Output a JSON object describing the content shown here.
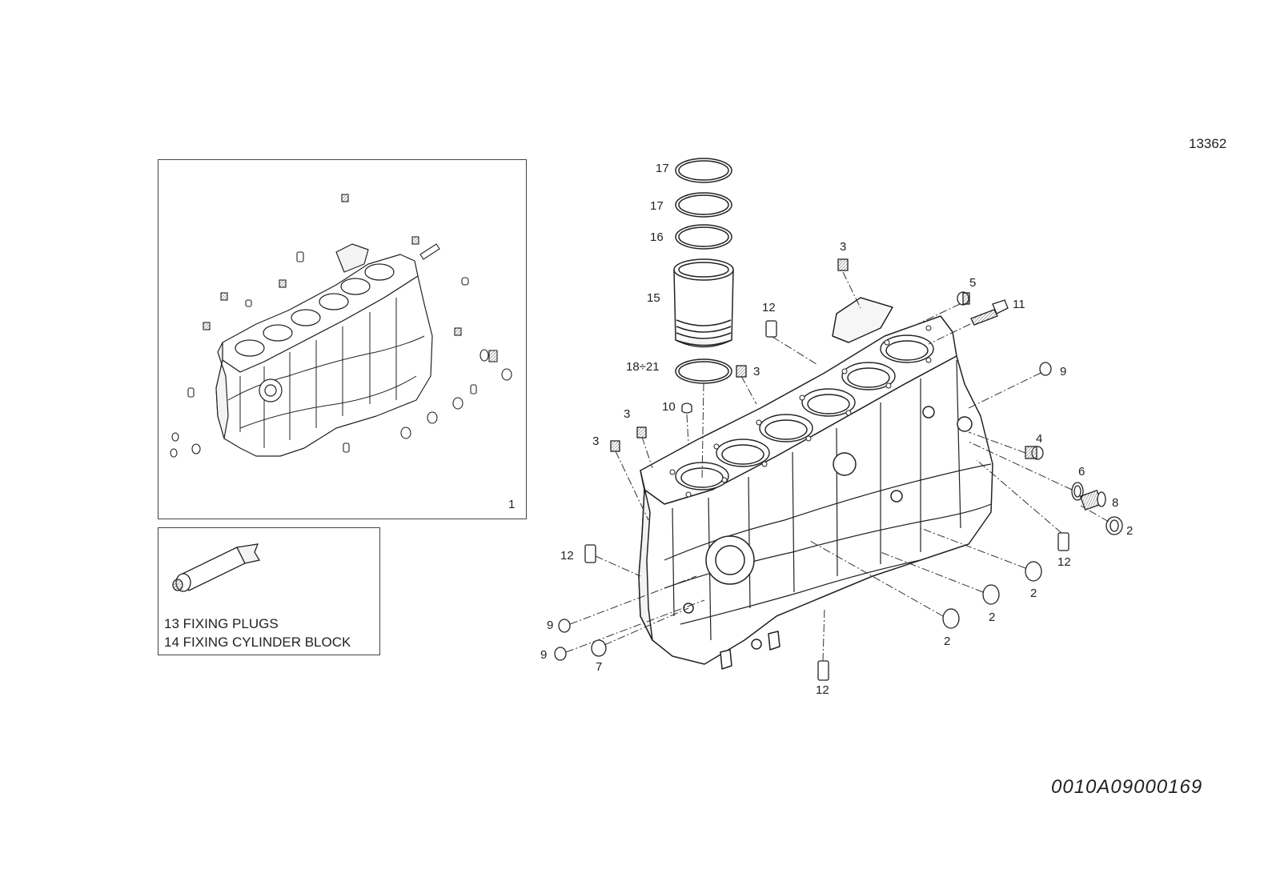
{
  "drawing_reference": "13362",
  "figure_code": "0010A09000169",
  "kit_panel": {
    "item_number": "1"
  },
  "sealant_panel": {
    "notes": [
      "13 FIXING PLUGS",
      "14 FIXING CYLINDER BLOCK"
    ]
  },
  "callouts": [
    {
      "id": "c17a",
      "label": "17"
    },
    {
      "id": "c17b",
      "label": "17"
    },
    {
      "id": "c16",
      "label": "16"
    },
    {
      "id": "c15",
      "label": "15"
    },
    {
      "id": "c18",
      "label": "18÷21"
    },
    {
      "id": "c3top",
      "label": "3"
    },
    {
      "id": "c5",
      "label": "5"
    },
    {
      "id": "c11",
      "label": "11"
    },
    {
      "id": "c12top",
      "label": "12"
    },
    {
      "id": "c3mid",
      "label": "3"
    },
    {
      "id": "c9top",
      "label": "9"
    },
    {
      "id": "c10",
      "label": "10"
    },
    {
      "id": "c3left1",
      "label": "3"
    },
    {
      "id": "c3left2",
      "label": "3"
    },
    {
      "id": "c4",
      "label": "4"
    },
    {
      "id": "c6",
      "label": "6"
    },
    {
      "id": "c8",
      "label": "8"
    },
    {
      "id": "c2right",
      "label": "2"
    },
    {
      "id": "c12right",
      "label": "12"
    },
    {
      "id": "c12left",
      "label": "12"
    },
    {
      "id": "c2a",
      "label": "2"
    },
    {
      "id": "c2b",
      "label": "2"
    },
    {
      "id": "c2c",
      "label": "2"
    },
    {
      "id": "c9a",
      "label": "9"
    },
    {
      "id": "c9b",
      "label": "9"
    },
    {
      "id": "c7",
      "label": "7"
    },
    {
      "id": "c12bottom",
      "label": "12"
    }
  ]
}
